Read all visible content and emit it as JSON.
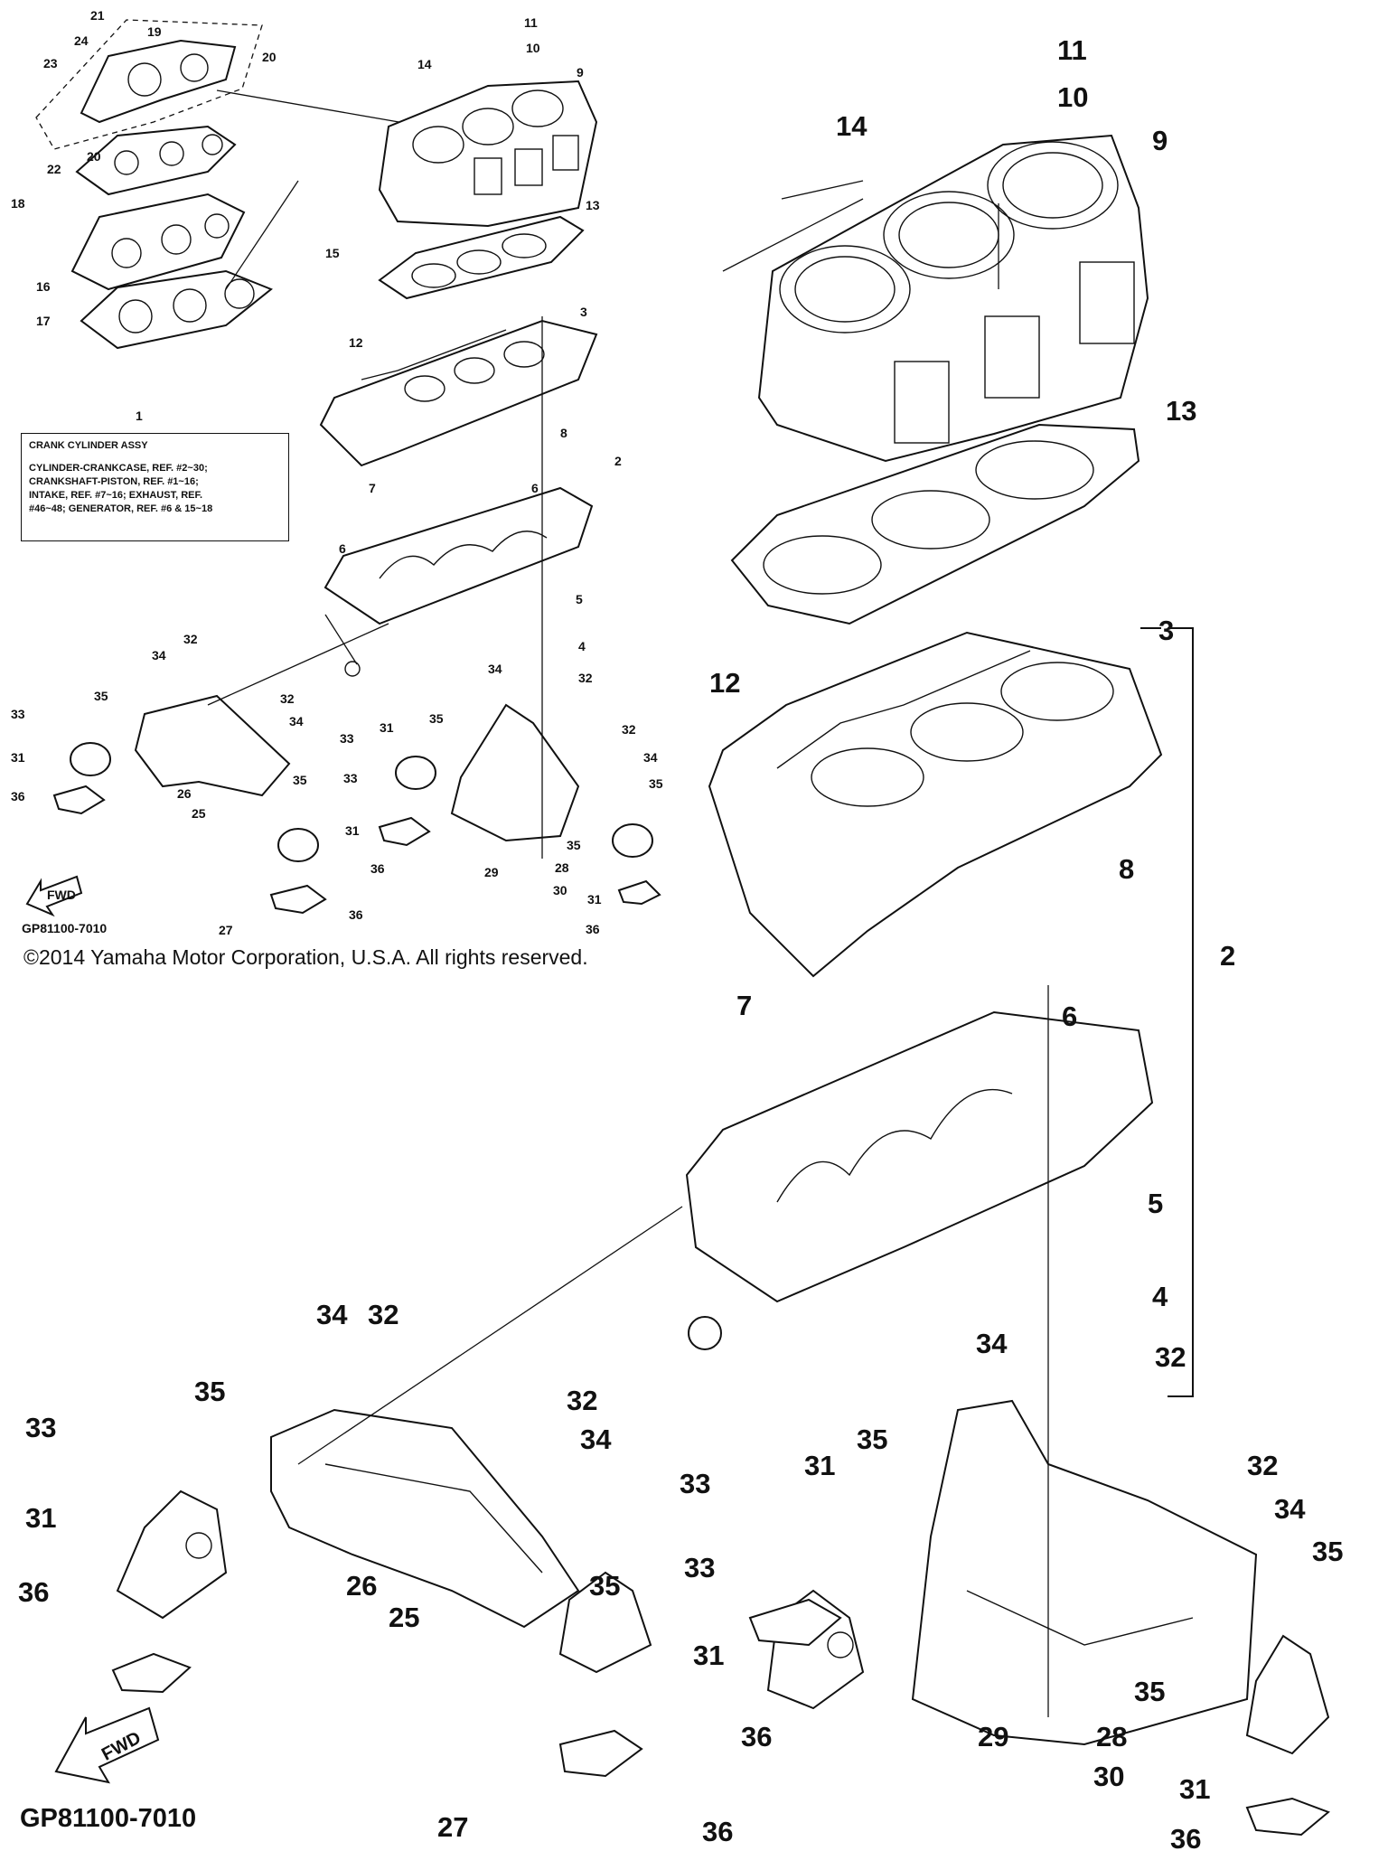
{
  "assembly_box": {
    "ref_number": "1",
    "title": "CRANK CYLINDER ASSY",
    "lines": [
      "CYLINDER-CRANKCASE, REF. #2~30;",
      "CRANKSHAFT-PISTON, REF. #1~16;",
      "INTAKE, REF. #7~16; EXHAUST, REF.",
      "#46~48; GENERATOR, REF. #6 & 15~18"
    ]
  },
  "fwd_label": "FWD",
  "diagram_code": "GP81100-7010",
  "copyright": "©2014 Yamaha Motor Corporation, U.S.A. All rights reserved.",
  "small_callouts": [
    "1",
    "2",
    "3",
    "4",
    "5",
    "6",
    "7",
    "8",
    "9",
    "10",
    "11",
    "12",
    "13",
    "14",
    "15",
    "16",
    "17",
    "18",
    "19",
    "20",
    "21",
    "22",
    "23",
    "24",
    "25",
    "26",
    "27",
    "28",
    "29",
    "30",
    "31",
    "32",
    "33",
    "34",
    "35",
    "36"
  ],
  "large_callouts": [
    "2",
    "3",
    "4",
    "5",
    "6",
    "7",
    "8",
    "9",
    "10",
    "11",
    "12",
    "13",
    "14",
    "25",
    "26",
    "27",
    "28",
    "29",
    "30",
    "31",
    "32",
    "33",
    "34",
    "35",
    "36"
  ]
}
